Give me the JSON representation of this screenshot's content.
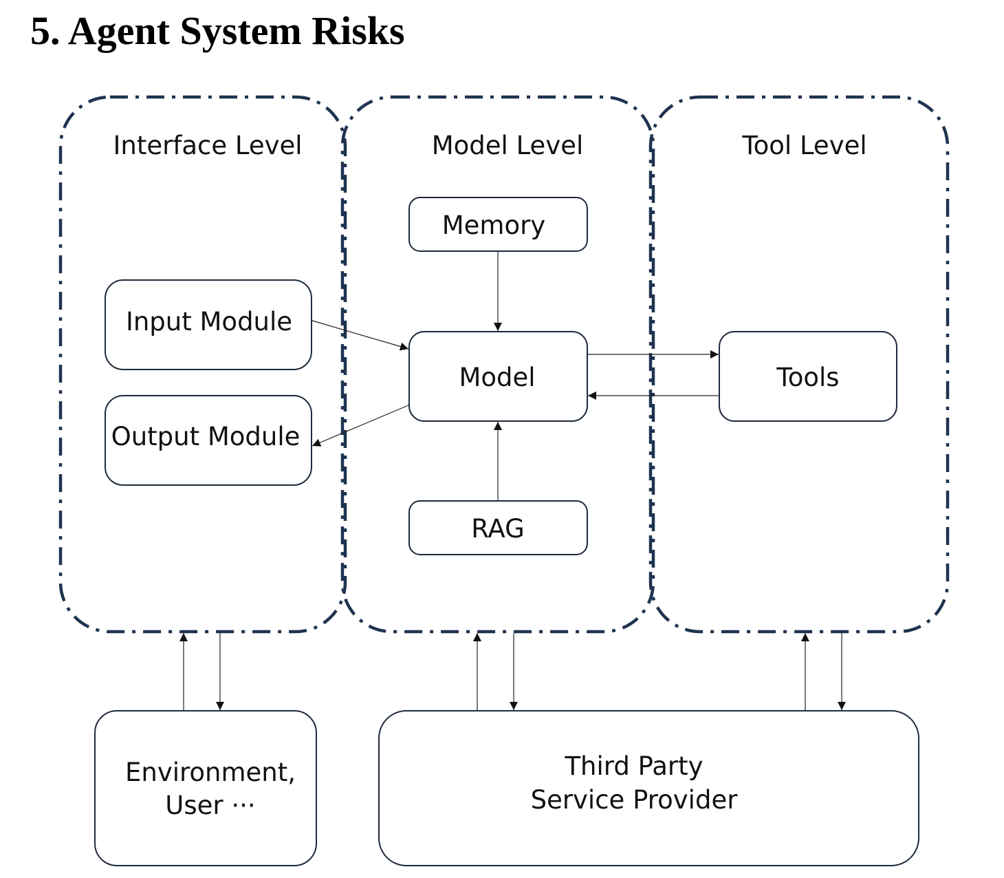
{
  "heading": "5. Agent System Risks",
  "levels": {
    "interface": "Interface Level",
    "model": "Model Level",
    "tool": "Tool Level"
  },
  "modules": {
    "memory": "Memory",
    "input": "Input Module",
    "model": "Model",
    "output": "Output Module",
    "tools": "Tools",
    "rag": "RAG"
  },
  "external": {
    "environment": [
      "Environment,",
      "User ···"
    ],
    "third_party": [
      "Third Party",
      "Service Provider"
    ]
  },
  "colors": {
    "level_border": "#1f3350",
    "box_border": "#1e2a3c",
    "arrow": "#222222"
  }
}
